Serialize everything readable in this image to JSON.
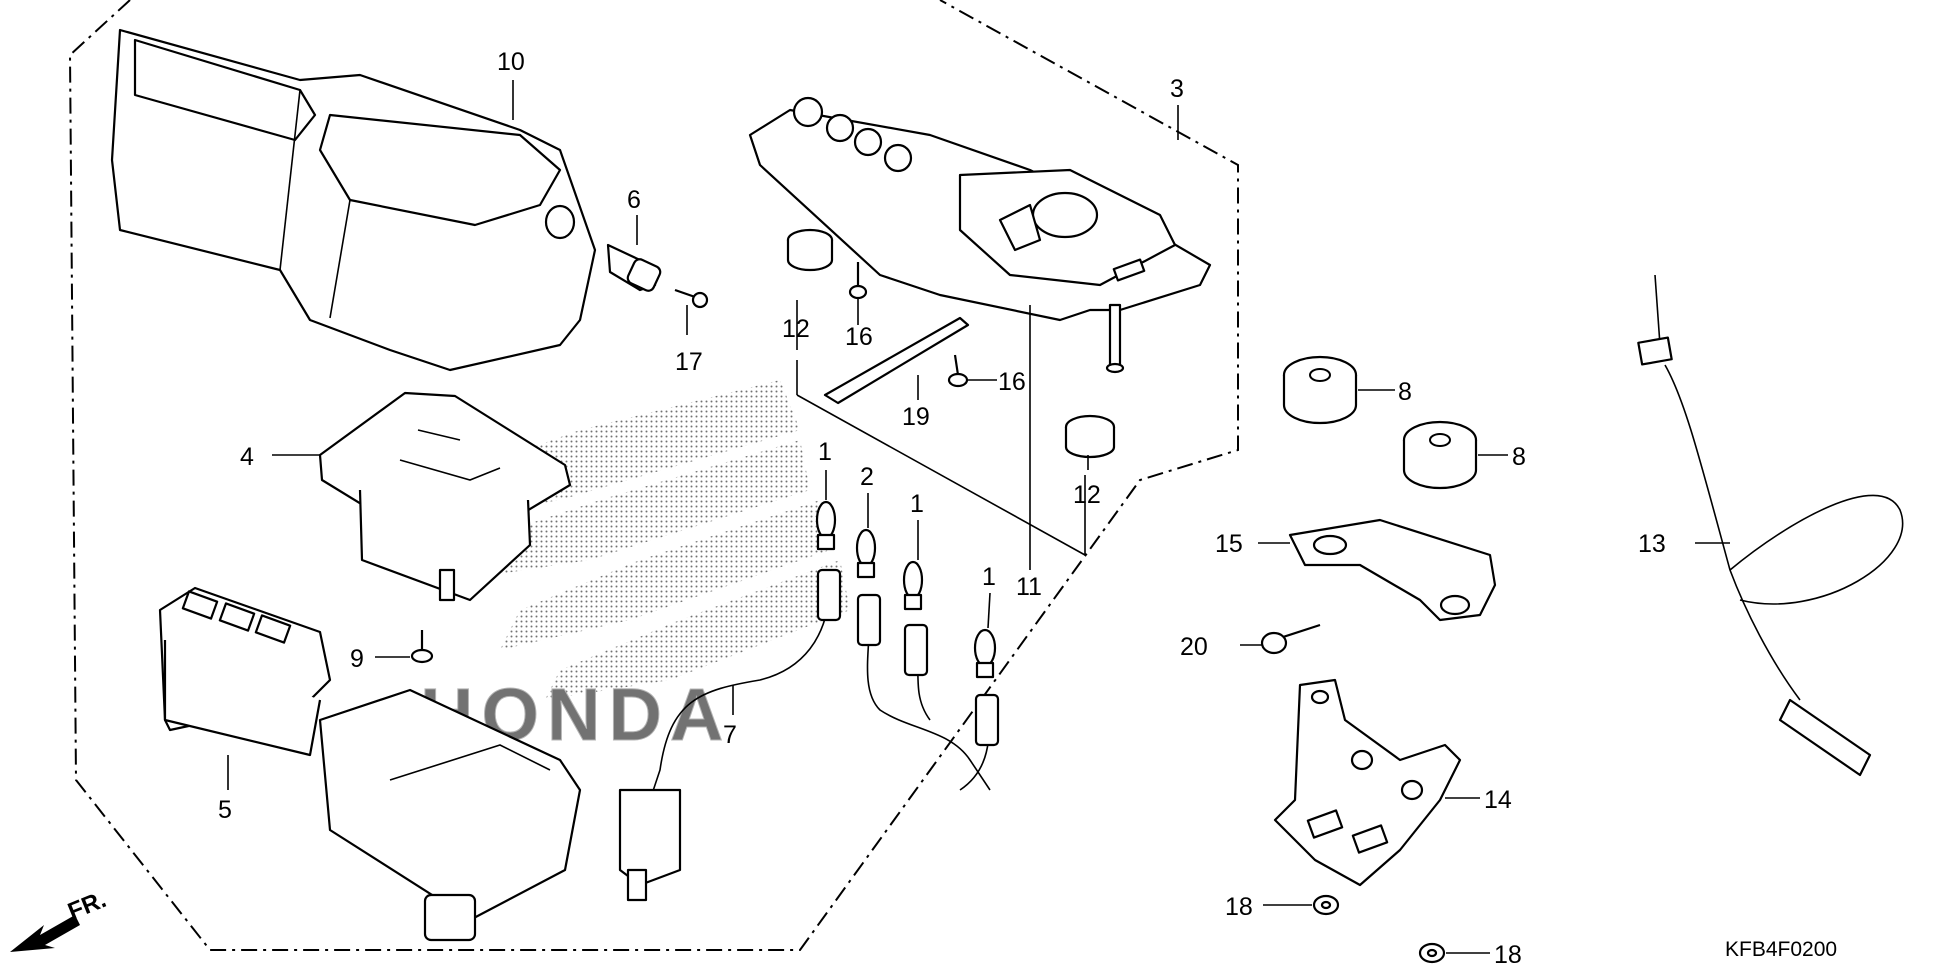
{
  "diagram": {
    "code": "KFB4F0200",
    "watermark": "HONDA",
    "direction": "FR.",
    "callouts": [
      {
        "id": "c10",
        "label": "10"
      },
      {
        "id": "c3",
        "label": "3"
      },
      {
        "id": "c6",
        "label": "6"
      },
      {
        "id": "c17",
        "label": "17"
      },
      {
        "id": "c12a",
        "label": "12"
      },
      {
        "id": "c16a",
        "label": "16"
      },
      {
        "id": "c16b",
        "label": "16"
      },
      {
        "id": "c19",
        "label": "19"
      },
      {
        "id": "c8a",
        "label": "8"
      },
      {
        "id": "c8b",
        "label": "8"
      },
      {
        "id": "c4",
        "label": "4"
      },
      {
        "id": "c12b",
        "label": "12"
      },
      {
        "id": "c1a",
        "label": "1"
      },
      {
        "id": "c2",
        "label": "2"
      },
      {
        "id": "c1b",
        "label": "1"
      },
      {
        "id": "c1c",
        "label": "1"
      },
      {
        "id": "c11",
        "label": "11"
      },
      {
        "id": "c15",
        "label": "15"
      },
      {
        "id": "c13",
        "label": "13"
      },
      {
        "id": "c9",
        "label": "9"
      },
      {
        "id": "c20",
        "label": "20"
      },
      {
        "id": "c7",
        "label": "7"
      },
      {
        "id": "c5",
        "label": "5"
      },
      {
        "id": "c14",
        "label": "14"
      },
      {
        "id": "c18a",
        "label": "18"
      },
      {
        "id": "c18b",
        "label": "18"
      }
    ]
  }
}
